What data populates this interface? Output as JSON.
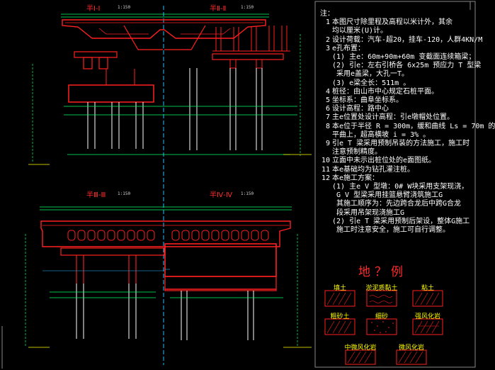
{
  "sections": {
    "s1": {
      "title": "半Ⅰ-Ⅰ",
      "scale": "1:150"
    },
    "s2": {
      "title": "半Ⅱ-Ⅱ",
      "scale": "1:150"
    },
    "s3": {
      "title": "半Ⅲ-Ⅲ",
      "scale": "1:150"
    },
    "s4": {
      "title": "半Ⅳ-Ⅳ",
      "scale": "1:150"
    }
  },
  "notes": {
    "heading": "注：",
    "lines": [
      {
        "num": "1",
        "text": "本图尺寸除里程及高程以米计外，其余"
      },
      {
        "num": "",
        "text": "均以厘米(U)计。"
      },
      {
        "num": "2",
        "text": "设计荷载：汽车-超20，挂车-120，人群4KN/M"
      },
      {
        "num": "3",
        "text": "e孔布置："
      },
      {
        "num": "",
        "text": "(1) 主e：60m+90m+60m 变截面连续箱梁；"
      },
      {
        "num": "",
        "text": "(2) 引e：左右引桥各 6x25m 预应力 T 型梁"
      },
      {
        "num": "",
        "text": "   采用e盖梁，大孔一T。"
      },
      {
        "num": "",
        "text": "(3) e梁全长：511m 。"
      },
      {
        "num": "4",
        "text": "桩径：由山市中心规定石桩平面。"
      },
      {
        "num": "5",
        "text": "坐标系：曲阜坐标系。"
      },
      {
        "num": "6",
        "text": "设计高程：路中心"
      },
      {
        "num": "7",
        "text": "主e位置处设计高程：引e墩帽处位置。"
      },
      {
        "num": "8",
        "text": "本e位于半径 R = 300m，缓和曲线 Ls = 70m 的"
      },
      {
        "num": "",
        "text": "平曲上，超高横坡 i = 3% 。"
      },
      {
        "num": "9",
        "text": "引e T 梁采用预制吊装的方法施工，施工时"
      },
      {
        "num": "",
        "text": "注意预制精度。"
      },
      {
        "num": "10",
        "text": "立面中未示出桩位处的e面图纸。"
      },
      {
        "num": "11",
        "text": "本e基础均为钻孔灌注桩。"
      },
      {
        "num": "12",
        "text": "本e施工方案："
      },
      {
        "num": "",
        "text": "(1) 主e V 型墩：0# W块采用支架现浇，"
      },
      {
        "num": "",
        "text": "   G V 型梁采用挂篮悬臂浇筑施工G"
      },
      {
        "num": "",
        "text": "   其施工顺序为：先边跨合龙后中跨G合龙"
      },
      {
        "num": "",
        "text": "   段采用吊架现浇施工G"
      },
      {
        "num": "",
        "text": "(2) 引e T 梁采用预制后架设，整体G施工"
      },
      {
        "num": "",
        "text": "   施工时注意安全，施工可自行调整。"
      }
    ]
  },
  "legend": {
    "title": "地？例",
    "items": [
      {
        "label": "填土",
        "pattern": "fill-soil"
      },
      {
        "label": "淤泥质黏土",
        "pattern": "silty-clay"
      },
      {
        "label": "粘土",
        "pattern": "clay"
      },
      {
        "label": "粗砂土",
        "pattern": "coarse-sand"
      },
      {
        "label": "细砂",
        "pattern": "fine-sand"
      },
      {
        "label": "强风化岩",
        "pattern": "weathered-rock"
      },
      {
        "label": "中微风化岩",
        "pattern": "moderate-rock"
      },
      {
        "label": "微风化岩",
        "pattern": "slight-rock"
      }
    ]
  },
  "colors": {
    "structure": "#ff2020",
    "pile": "#ffffff",
    "dimension": "#00ff66",
    "centerline": "#20c0ff",
    "axis": "#ffff00",
    "text": "#ffffff"
  }
}
